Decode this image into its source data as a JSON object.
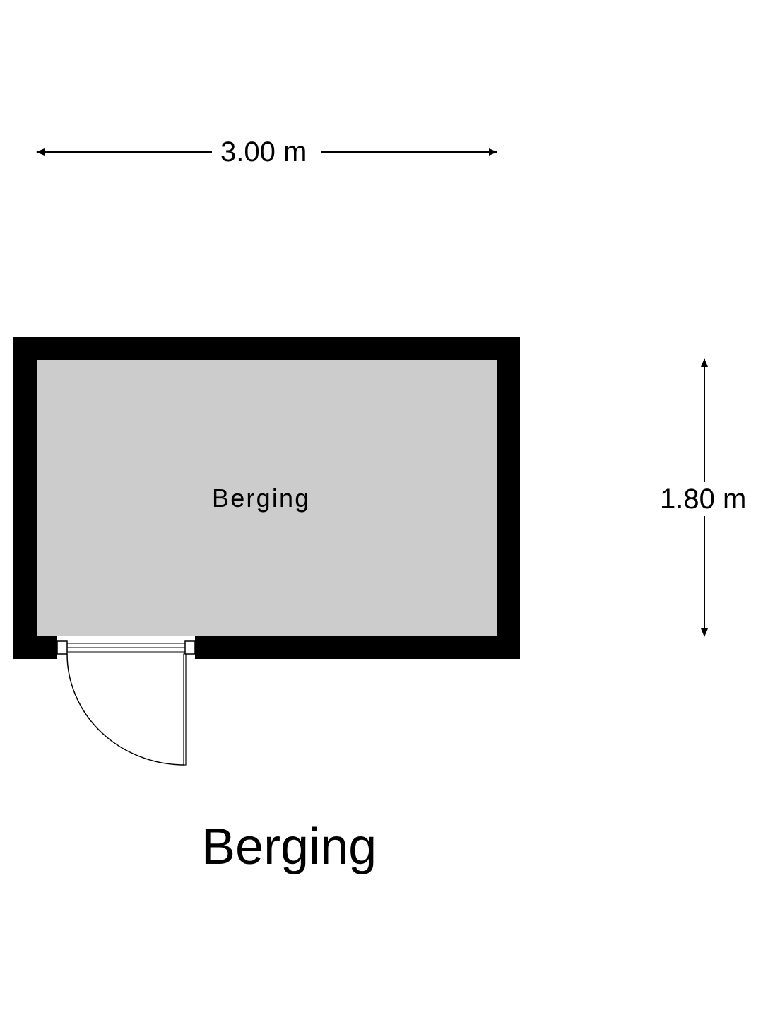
{
  "plan": {
    "title": "Berging",
    "room_label": "Berging",
    "width_label": "3.00 m",
    "height_label": "1.80 m"
  },
  "colors": {
    "wall": "#000000",
    "floor": "#cccccc",
    "background": "#ffffff",
    "text": "#000000"
  }
}
